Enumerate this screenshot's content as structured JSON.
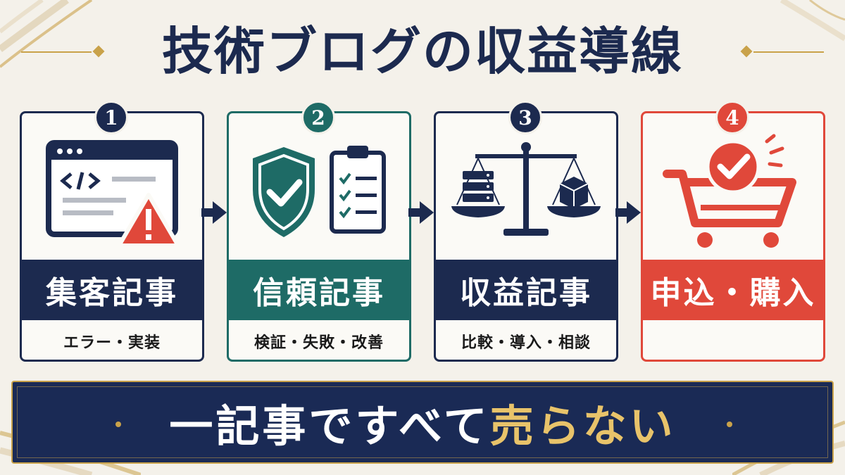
{
  "title": "技術ブログの収益導線",
  "colors": {
    "navy": "#1c2a4f",
    "teal": "#1e6b66",
    "red": "#e0483a",
    "gold": "#c9a24a",
    "gray": "#b8bcc4"
  },
  "steps": [
    {
      "number": "1",
      "title": "集客記事",
      "subtitle": "エラー・実装",
      "icon": "code-window-warning-icon"
    },
    {
      "number": "2",
      "title": "信頼記事",
      "subtitle": "検証・失敗・改善",
      "icon": "shield-check-clipboard-icon"
    },
    {
      "number": "3",
      "title": "収益記事",
      "subtitle": "比較・導入・相談",
      "icon": "balance-scale-icon"
    },
    {
      "number": "4",
      "title": "申込・購入",
      "subtitle": "",
      "icon": "shopping-cart-check-icon"
    }
  ],
  "banner": {
    "prefix": "一記事ですべて",
    "highlight": "売らない"
  }
}
